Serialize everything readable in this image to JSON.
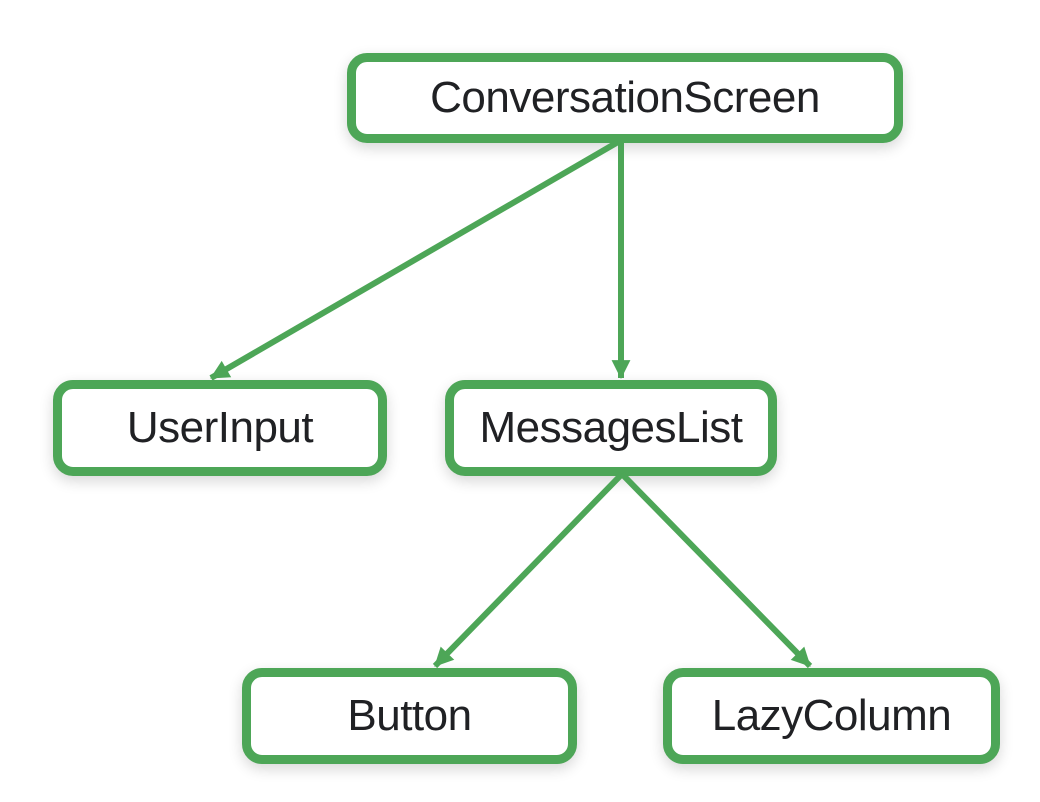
{
  "diagram": {
    "type": "tree",
    "colors": {
      "accent_green": "#4DA657",
      "node_fill": "#FFFFFF",
      "text": "#202124",
      "background": "#FFFFFF"
    },
    "nodes": [
      {
        "id": "conversation-screen",
        "label": "ConversationScreen"
      },
      {
        "id": "user-input",
        "label": "UserInput"
      },
      {
        "id": "messages-list",
        "label": "MessagesList"
      },
      {
        "id": "button",
        "label": "Button"
      },
      {
        "id": "lazy-column",
        "label": "LazyColumn"
      }
    ],
    "edges": [
      {
        "from": "ConversationScreen",
        "to": "UserInput"
      },
      {
        "from": "ConversationScreen",
        "to": "MessagesList"
      },
      {
        "from": "MessagesList",
        "to": "Button"
      },
      {
        "from": "MessagesList",
        "to": "LazyColumn"
      }
    ]
  }
}
